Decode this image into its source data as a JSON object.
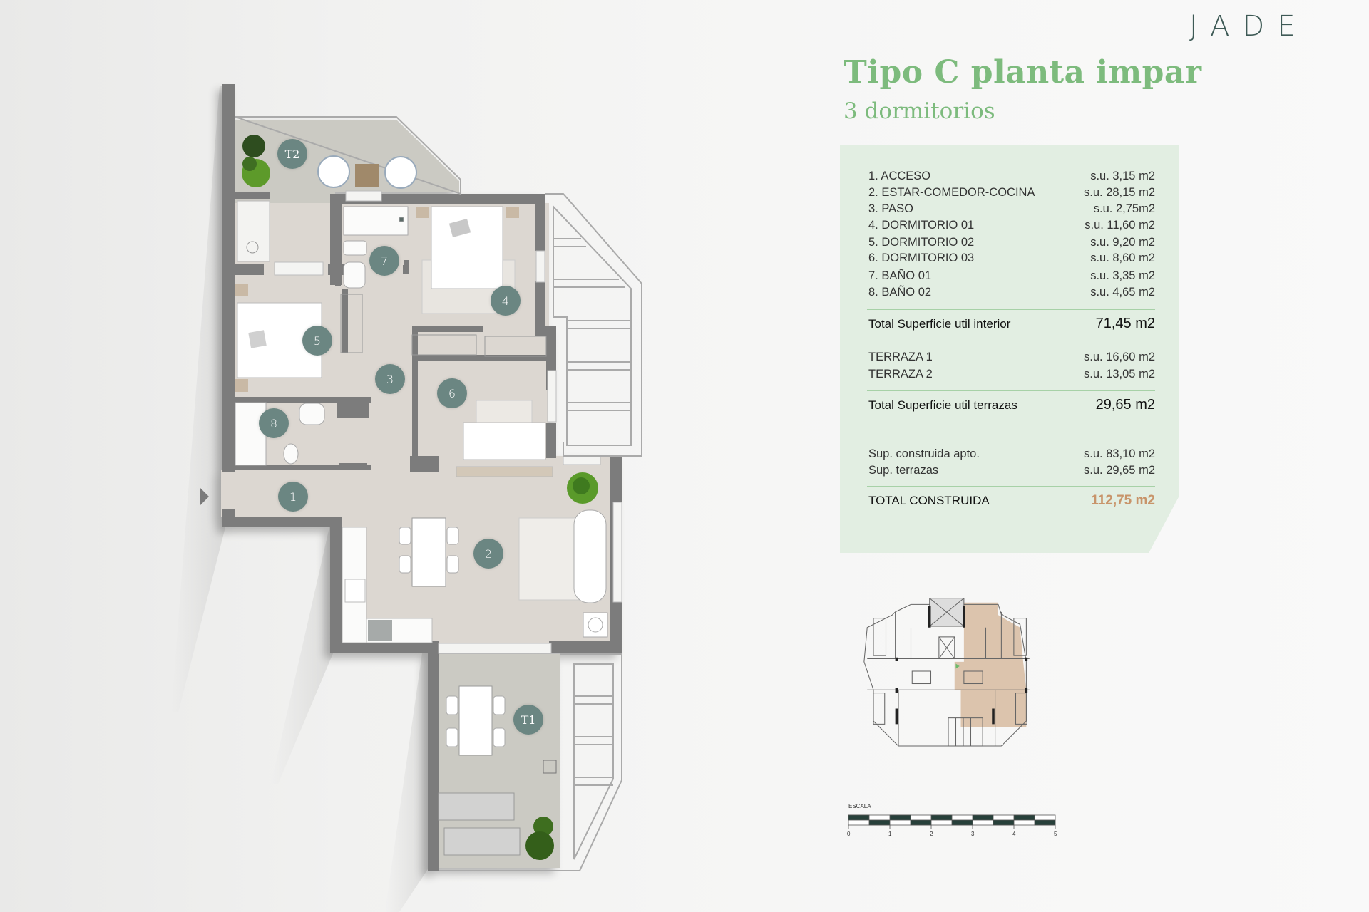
{
  "brand": {
    "logo": "JADE",
    "logo_color": "#3e5a56"
  },
  "header": {
    "title": "Tipo C planta impar",
    "subtitle": "3 dormitorios",
    "title_color": "#7dbb7d"
  },
  "surfaces": {
    "rooms": [
      {
        "label": "1. ACCESO",
        "value": "s.u.   3,15 m2"
      },
      {
        "label": "2. ESTAR-COMEDOR-COCINA",
        "value": "s.u. 28,15 m2"
      },
      {
        "label": "3. PASO",
        "value": "s.u.   2,75m2"
      },
      {
        "label": "4. DORMITORIO 01",
        "value": "s.u. 11,60 m2"
      },
      {
        "label": "5. DORMITORIO 02",
        "value": "s.u.   9,20 m2"
      },
      {
        "label": "6. DORMITORIO 03",
        "value": "s.u.   8,60 m2"
      },
      {
        "label": "7. BAÑO 01",
        "value": "s.u.   3,35 m2"
      },
      {
        "label": "8. BAÑO 02",
        "value": "s.u.   4,65 m2"
      }
    ],
    "total_interior": {
      "label": "Total Superficie util interior",
      "value": "71,45 m2"
    },
    "terraces": [
      {
        "label": "TERRAZA 1",
        "value": "s.u. 16,60 m2"
      },
      {
        "label": "TERRAZA 2",
        "value": "s.u. 13,05 m2"
      }
    ],
    "total_terraces": {
      "label": "Total Superficie util terrazas",
      "value": "29,65 m2"
    },
    "built": [
      {
        "label": "Sup. construida apto.",
        "value": "s.u. 83,10 m2"
      },
      {
        "label": "Sup. terrazas",
        "value": "s.u. 29,65 m2"
      }
    ],
    "grand_total": {
      "label": "TOTAL CONSTRUIDA",
      "value": "112,75 m2",
      "color": "#c8946a"
    },
    "panel_color": "#e2eee2"
  },
  "floor_plan": {
    "badges": [
      {
        "id": "1",
        "room": "acceso"
      },
      {
        "id": "2",
        "room": "estar-comedor-cocina"
      },
      {
        "id": "3",
        "room": "paso"
      },
      {
        "id": "4",
        "room": "dormitorio-01"
      },
      {
        "id": "5",
        "room": "dormitorio-02"
      },
      {
        "id": "6",
        "room": "dormitorio-03"
      },
      {
        "id": "7",
        "room": "bano-01"
      },
      {
        "id": "8",
        "room": "bano-02"
      },
      {
        "id": "T1",
        "room": "terraza-1"
      },
      {
        "id": "T2",
        "room": "terraza-2"
      }
    ],
    "badge_color": "#6b8682",
    "wall_color": "#7b7b7b",
    "floor_color": "#dcd7d1",
    "terrace_color": "#cbcac3"
  },
  "key_plan": {
    "highlight_color": "#dcc4ad"
  },
  "scale": {
    "label": "ESCALA",
    "ticks": [
      "0",
      "1",
      "2",
      "3",
      "4",
      "5"
    ]
  }
}
